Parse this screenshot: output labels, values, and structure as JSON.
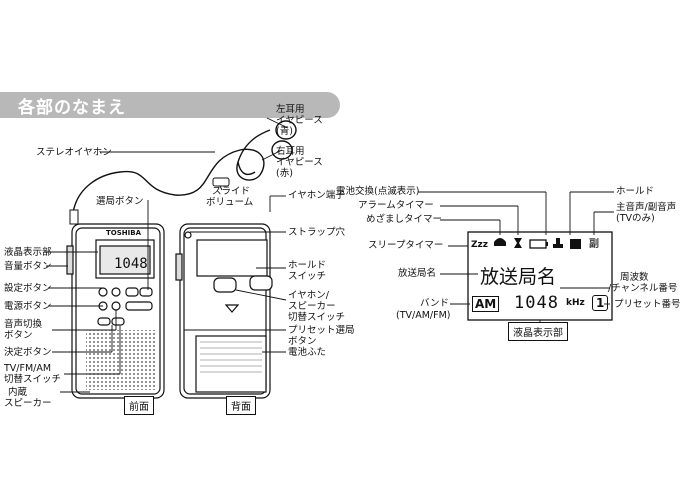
{
  "header": {
    "title": "各部のなまえ"
  },
  "device": {
    "brand": "TOSHIBA",
    "display_freq": "1048"
  },
  "labels": {
    "stereo_earphone": "ステレオイヤホン",
    "left_ear": [
      "左耳用",
      "イヤピース",
      "(青)"
    ],
    "right_ear": [
      "右耳用",
      "イヤピース",
      "(赤)"
    ],
    "slide_volume": [
      "スライド",
      "ボリューム"
    ],
    "earphone_jack": "イヤホン端子",
    "tuning_button": "選局ボタン",
    "lcd_section": "液晶表示部",
    "volume_button": "音量ボタン",
    "setting_button": "設定ボタン",
    "power_button": "電源ボタン",
    "audio_switch_button": [
      "音声切換",
      "ボタン"
    ],
    "enter_button": "決定ボタン",
    "band_switch": [
      "TV/FM/AM",
      "切替スイッチ"
    ],
    "speaker": [
      "内蔵",
      "スピーカー"
    ],
    "strap_hole": "ストラップ穴",
    "hold_switch": [
      "ホールド",
      "スイッチ"
    ],
    "earphone_speaker_switch": [
      "イヤホン/",
      "スピーカー",
      "切替スイッチ"
    ],
    "preset_button": [
      "プリセット選局",
      "ボタン"
    ],
    "battery_cover": "電池ふた",
    "front": "前面",
    "back": "背面"
  },
  "lcd_diagram": {
    "battery_replace": "電池交換(点滅表示)",
    "alarm_timer": "アラームタイマー",
    "wake_timer": "めざましタイマー",
    "sleep_timer": "スリープタイマー",
    "hold": "ホールド",
    "main_sub": [
      "主音声/副音声",
      "(TVのみ)"
    ],
    "station_name_label": "放送局名",
    "station_name": "放送局名",
    "frequency_label": [
      "周波数",
      "/チャンネル番号"
    ],
    "band_label": [
      "バンド",
      "(TV/AM/FM)"
    ],
    "preset_label": "プリセット番号",
    "band": "AM",
    "frequency": "1048",
    "unit": "kHz",
    "preset": "1",
    "sleep_icon": "Zzz",
    "sub_icon": "副",
    "title": "液晶表示部"
  }
}
